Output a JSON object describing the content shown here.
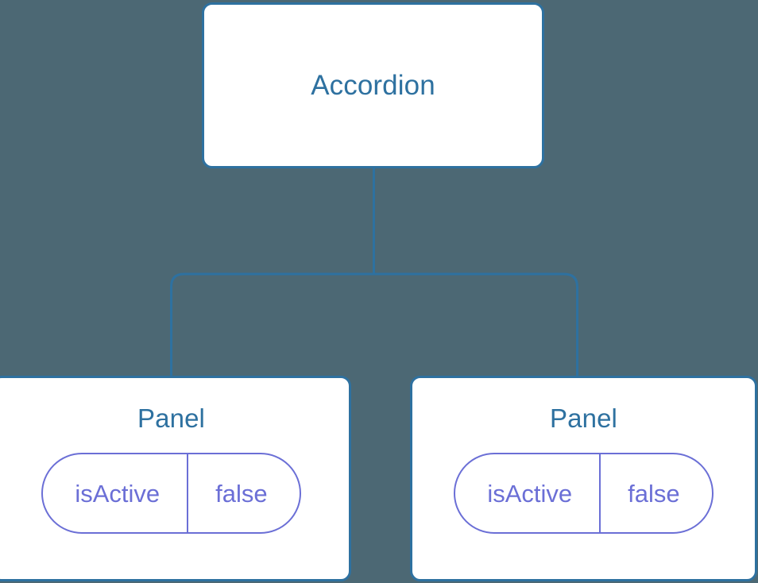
{
  "diagram": {
    "type": "component-tree",
    "background_color": "#4c6874",
    "node_border_color": "#2e71a0",
    "node_fill_color": "#ffffff",
    "node_text_color": "#2e71a0",
    "prop_color": "#6b6fd6",
    "connector_color": "#2e71a0"
  },
  "root": {
    "label": "Accordion"
  },
  "children": [
    {
      "label": "Panel",
      "prop": {
        "name": "isActive",
        "value": "false"
      }
    },
    {
      "label": "Panel",
      "prop": {
        "name": "isActive",
        "value": "false"
      }
    }
  ]
}
